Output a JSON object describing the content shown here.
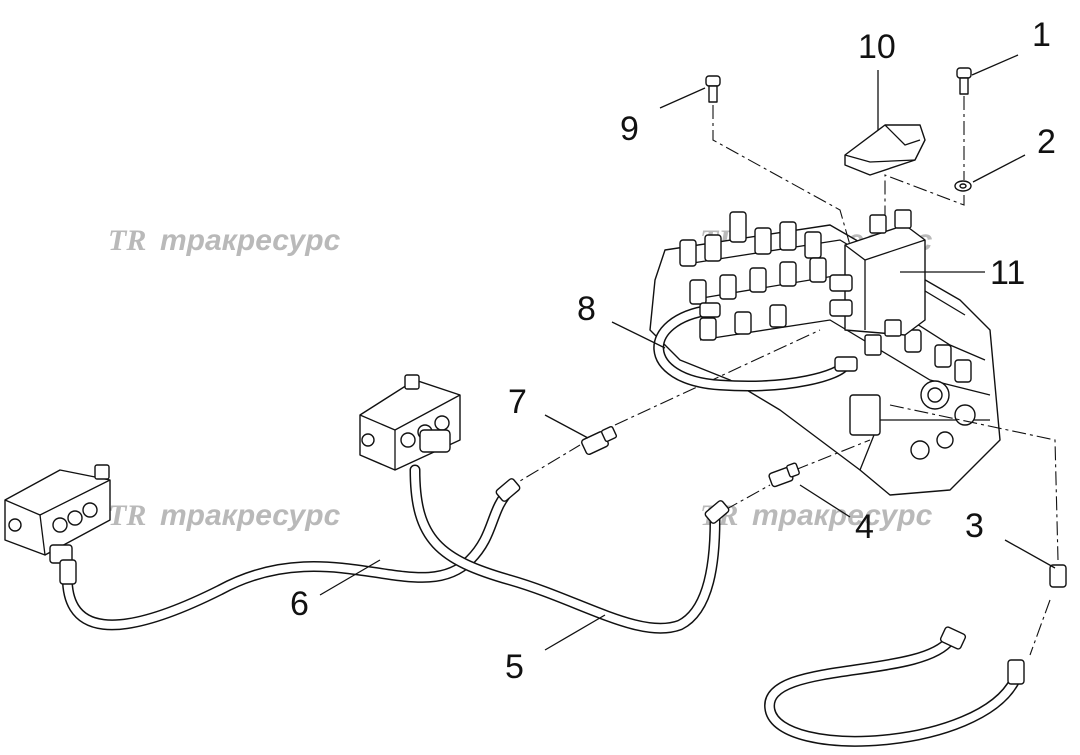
{
  "callouts": [
    {
      "id": "1",
      "text": "1"
    },
    {
      "id": "2",
      "text": "2"
    },
    {
      "id": "3",
      "text": "3"
    },
    {
      "id": "4",
      "text": "4"
    },
    {
      "id": "5",
      "text": "5"
    },
    {
      "id": "6",
      "text": "6"
    },
    {
      "id": "7",
      "text": "7"
    },
    {
      "id": "8",
      "text": "8"
    },
    {
      "id": "9",
      "text": "9"
    },
    {
      "id": "10",
      "text": "10"
    },
    {
      "id": "11",
      "text": "11"
    }
  ],
  "watermark": {
    "logo": "TR",
    "text": "тракресурс"
  }
}
